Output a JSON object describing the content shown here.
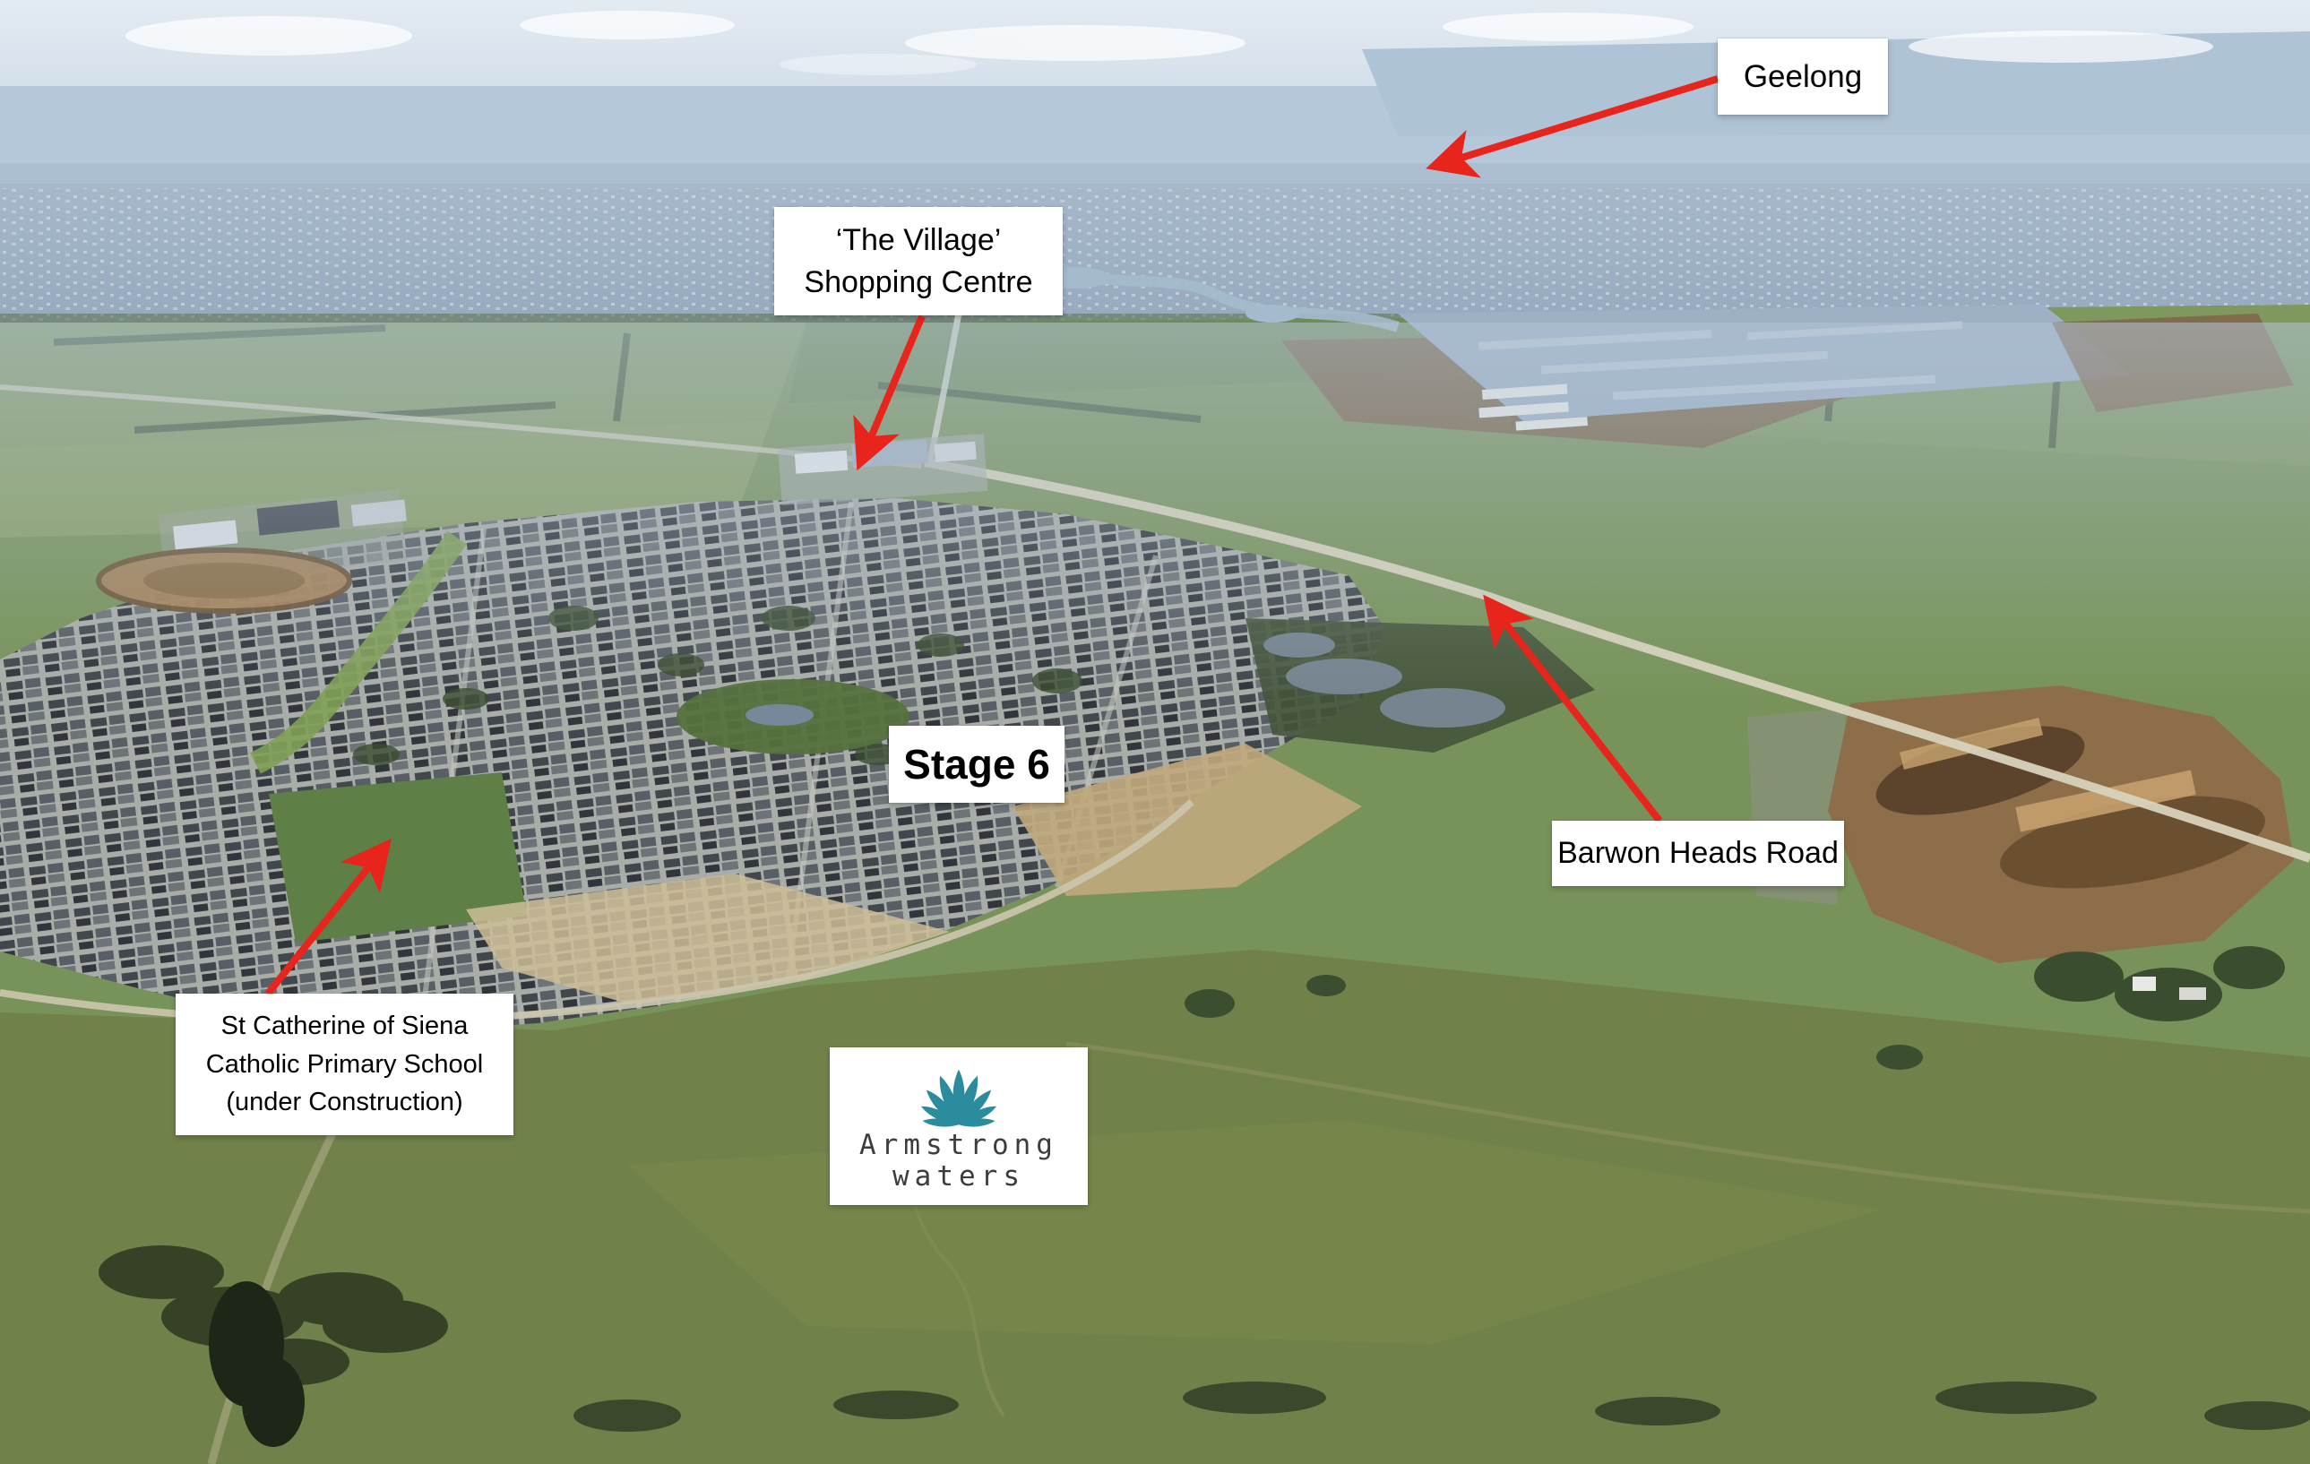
{
  "scene": {
    "type": "annotated aerial photograph",
    "description": "Aerial view over a residential estate and farmland with labelled landmarks"
  },
  "annotations": {
    "geelong": {
      "label": "Geelong"
    },
    "village_shopping_centre": {
      "line1": "‘The Village’",
      "line2": "Shopping Centre"
    },
    "stage_6": {
      "label": "Stage 6"
    },
    "barwon_heads_road": {
      "label": "Barwon Heads Road"
    },
    "st_catherine_school": {
      "line1": "St Catherine of Siena",
      "line2": "Catholic Primary School",
      "line3": "(under Construction)"
    },
    "armstrong_waters_logo": {
      "word1": "Armstrong",
      "word2": "waters"
    }
  },
  "theme": {
    "arrow-red": "#e8251c",
    "label-bg": "#ffffff",
    "label-text": "#000000",
    "logo-teal": "#2a8c9d",
    "logo-text": "#3d3d3d"
  }
}
